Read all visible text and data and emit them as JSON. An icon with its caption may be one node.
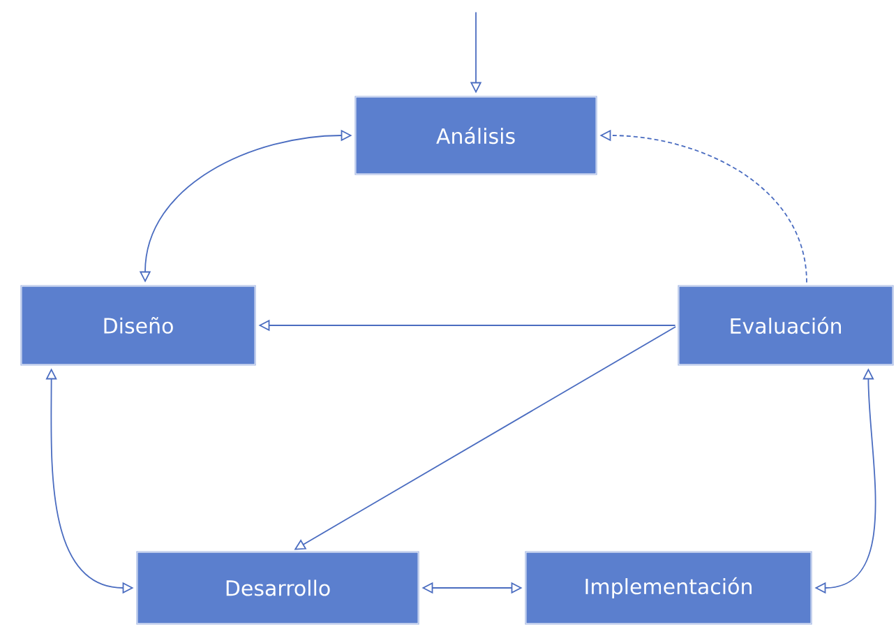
{
  "diagram": {
    "nodes": [
      {
        "text": [
          "Análisis"
        ]
      },
      {
        "text": [
          "Diseño"
        ]
      },
      {
        "text": [
          "Desarrollo"
        ]
      },
      {
        "text": [
          "Implementación"
        ]
      },
      {
        "text": [
          "Evaluación"
        ]
      }
    ],
    "edges": [
      {
        "from": null,
        "to": 0,
        "arrow": "to"
      },
      {
        "from": 0,
        "to": 1,
        "arrow": "both"
      },
      {
        "from": 4,
        "to": 0,
        "arrow": "to",
        "style": "dashed"
      },
      {
        "from": 4,
        "to": 1,
        "arrow": "to"
      },
      {
        "from": 4,
        "to": 2,
        "arrow": "to"
      },
      {
        "from": 1,
        "to": 2,
        "arrow": "both"
      },
      {
        "from": 2,
        "to": 3,
        "arrow": "both"
      },
      {
        "from": 3,
        "to": 4,
        "arrow": "both"
      }
    ]
  }
}
